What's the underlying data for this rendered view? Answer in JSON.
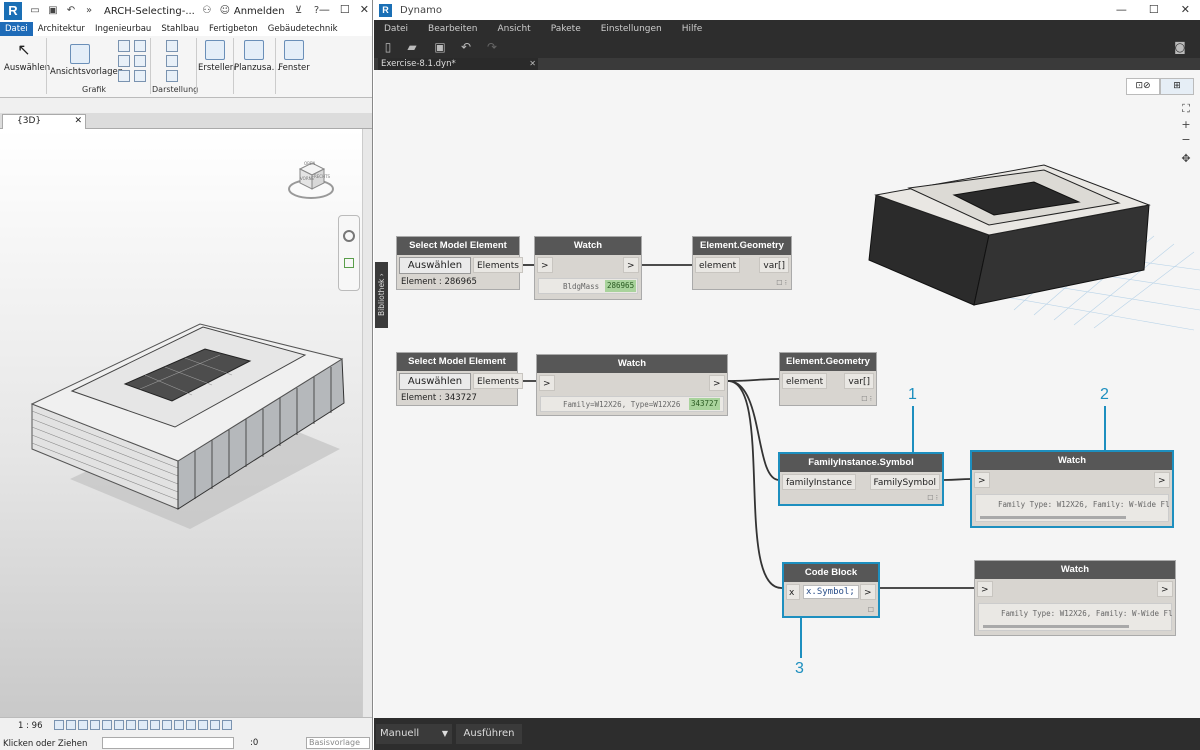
{
  "revit": {
    "title": "ARCH-Selecting-...",
    "login": "Anmelden",
    "tabs": [
      "Datei",
      "Architektur",
      "Ingenieurbau",
      "Stahlbau",
      "Fertigbeton",
      "Gebäudetechnik"
    ],
    "ribbon": {
      "select_label": "Auswählen",
      "view_templates": "Ansichtsvorlagen",
      "graphics_group": "Grafik",
      "display_group": "Darstellung",
      "create_label": "Erstellen",
      "sheet_label": "Planzusa...",
      "window_label": "Fenster"
    },
    "view_tab": "{3D}",
    "status": {
      "scale": "1 : 96",
      "hint": "Klicken oder Ziehen",
      "counter": ":0",
      "base_option": "Basisvorlage"
    },
    "viewcube": {
      "front": "VORNE",
      "right": "RECHTS",
      "top": "OBEN"
    }
  },
  "dynamo": {
    "title": "Dynamo",
    "menu": [
      "Datei",
      "Bearbeiten",
      "Ansicht",
      "Pakete",
      "Einstellungen",
      "Hilfe"
    ],
    "file_tab": "Exercise-8.1.dyn*",
    "library_tab": "Bibliothek",
    "run_mode": "Manuell",
    "run_button": "Ausführen",
    "nodes": {
      "select1": {
        "title": "Select Model Element",
        "button": "Auswählen",
        "output": "Elements",
        "footer": "Element : 286965"
      },
      "watch1": {
        "title": "Watch",
        "in": ">",
        "out": ">",
        "value": "BldgMass",
        "id": "286965"
      },
      "geom1": {
        "title": "Element.Geometry",
        "in": "element",
        "out": "var[]"
      },
      "select2": {
        "title": "Select Model Element",
        "button": "Auswählen",
        "output": "Elements",
        "footer": "Element : 343727"
      },
      "watch2": {
        "title": "Watch",
        "in": ">",
        "out": ">",
        "value": "Family=W12X26, Type=W12X26",
        "id": "343727"
      },
      "geom2": {
        "title": "Element.Geometry",
        "in": "element",
        "out": "var[]"
      },
      "symbol": {
        "title": "FamilyInstance.Symbol",
        "in": "familyInstance",
        "out": "FamilySymbol"
      },
      "watch3": {
        "title": "Watch",
        "in": ">",
        "out": ">",
        "value": "Family Type: W12X26, Family: W-Wide Fl"
      },
      "code": {
        "title": "Code Block",
        "in": "x",
        "code": "x.Symbol;",
        "out": ">"
      },
      "watch4": {
        "title": "Watch",
        "in": ">",
        "out": ">",
        "value": "Family Type: W12X26, Family: W-Wide Fl"
      }
    },
    "callouts": [
      "1",
      "2",
      "3"
    ]
  },
  "colors": {
    "accent": "#1d8fbf",
    "node_header": "#575757",
    "highlight": "#a9d39c",
    "revit_tab": "#1e6bb8"
  }
}
